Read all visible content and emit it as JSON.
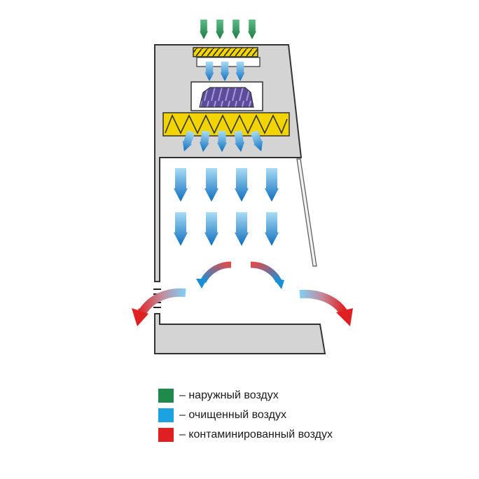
{
  "colors": {
    "outside_air": "#1f8a4c",
    "clean_air": "#1aa3e0",
    "contaminated_air": "#e02020",
    "cabinet_body": "#d4d4d4",
    "filter_fill": "#f2d400",
    "fan": "#6a5aa8"
  },
  "legend": [
    {
      "label": "– наружный воздух",
      "color": "#1f8a4c",
      "icon": "green-swatch"
    },
    {
      "label": "– очищенный воздух",
      "color": "#1aa3e0",
      "icon": "blue-swatch"
    },
    {
      "label": "– контаминированный воздух",
      "color": "#e02020",
      "icon": "red-swatch"
    }
  ]
}
